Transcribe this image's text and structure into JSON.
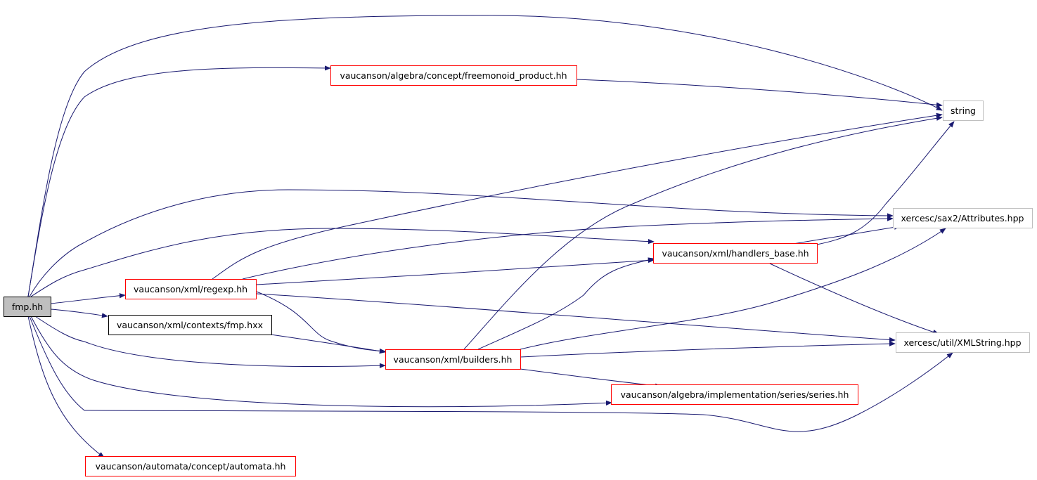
{
  "colors": {
    "edge": "#191970",
    "border_red": "#ff0000",
    "border_black": "#000000",
    "border_gray": "#bfbfbf",
    "root_fill": "#bfbfbf"
  },
  "nodes": {
    "fmp": {
      "label": "fmp.hh"
    },
    "freemonoid": {
      "label": "vaucanson/algebra/concept/freemonoid_product.hh"
    },
    "string": {
      "label": "string"
    },
    "attributes": {
      "label": "xercesc/sax2/Attributes.hpp"
    },
    "handlers": {
      "label": "vaucanson/xml/handlers_base.hh"
    },
    "regexp": {
      "label": "vaucanson/xml/regexp.hh"
    },
    "contexts": {
      "label": "vaucanson/xml/contexts/fmp.hxx"
    },
    "xmlstring": {
      "label": "xercesc/util/XMLString.hpp"
    },
    "builders": {
      "label": "vaucanson/xml/builders.hh"
    },
    "series": {
      "label": "vaucanson/algebra/implementation/series/series.hh"
    },
    "automata": {
      "label": "vaucanson/automata/concept/automata.hh"
    }
  }
}
